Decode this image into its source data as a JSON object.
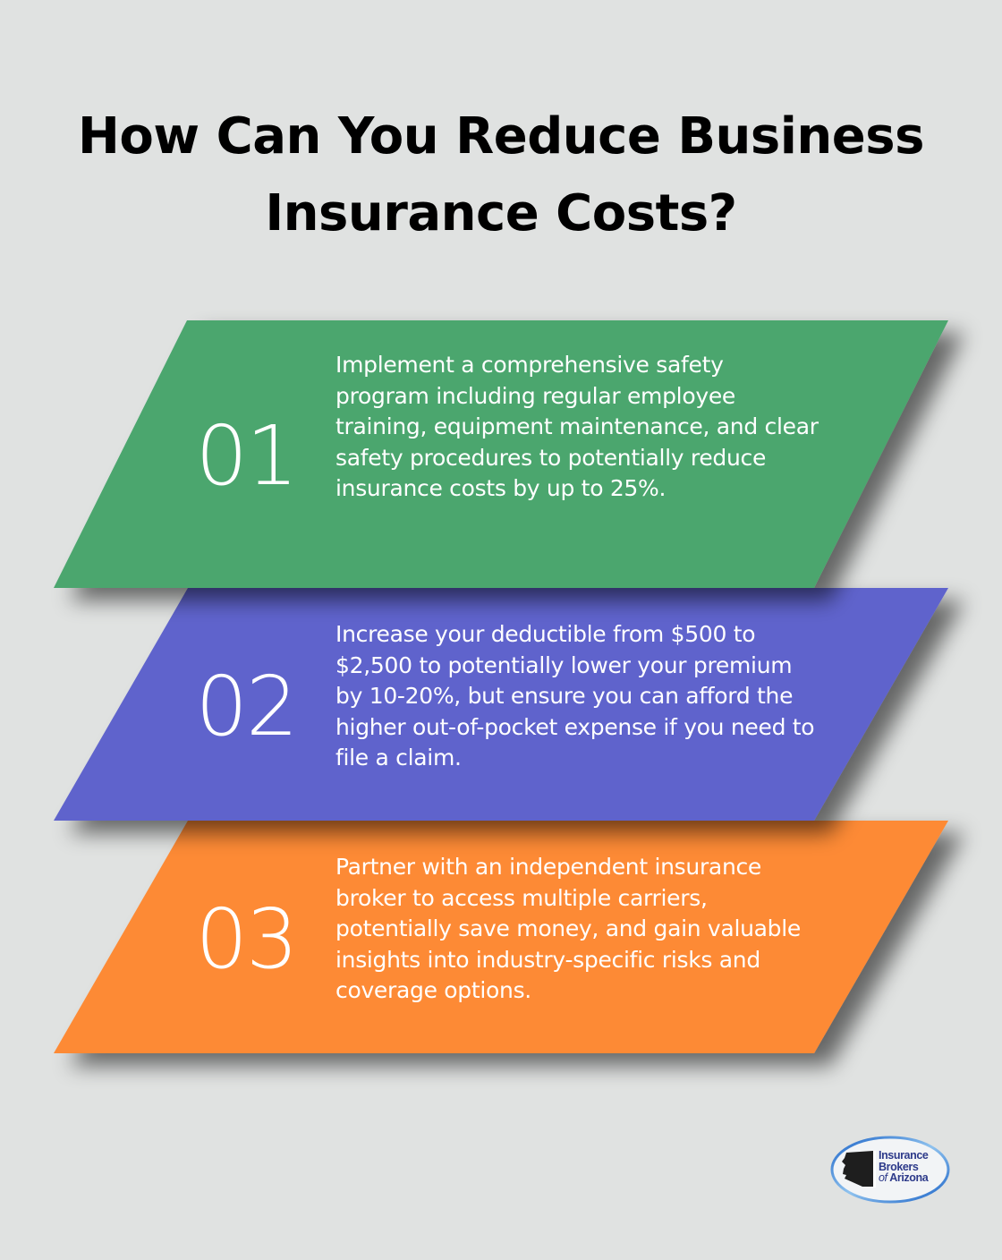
{
  "title": {
    "line1": "How Can You Reduce Business",
    "line2": "Insurance Costs?"
  },
  "colors": {
    "background": "#e0e2e1",
    "step1": "#4ca66e",
    "step2": "#5f63cc",
    "step3": "#fd8a34",
    "text": "#ffffff",
    "title": "#000000",
    "logo_text": "#2d3a8a"
  },
  "steps": [
    {
      "number": "01",
      "text": "Implement a comprehensive safety program including regular employee training, equipment maintenance, and clear safety procedures to potentially reduce insurance costs by up to 25%."
    },
    {
      "number": "02",
      "text": "Increase your deductible from $500 to $2,500 to potentially lower your premium by 10-20%, but ensure you can afford the higher out-of-pocket expense if you need to file a claim."
    },
    {
      "number": "03",
      "text": "Partner with an independent insurance broker to access multiple carriers, potentially save money, and gain valuable insights into industry-specific risks and coverage options."
    }
  ],
  "logo": {
    "line1": "Insurance",
    "line2": "Brokers",
    "line3_of": "of",
    "line3_name": "Arizona",
    "icon": "arizona-state-silhouette-icon"
  }
}
